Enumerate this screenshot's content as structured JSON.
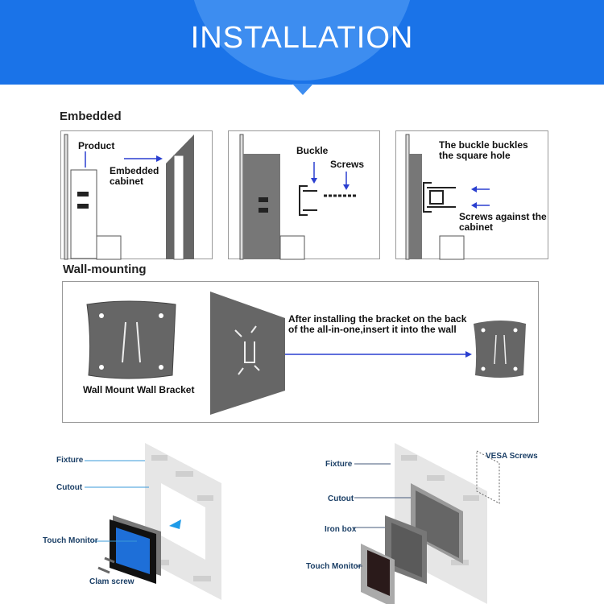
{
  "header": {
    "title": "INSTALLATION"
  },
  "embedded": {
    "heading": "Embedded",
    "panel1": {
      "product": "Product",
      "cabinet": "Embedded cabinet"
    },
    "panel2": {
      "buckle": "Buckle",
      "screws": "Screws"
    },
    "panel3": {
      "buckle_note": "The buckle buckles the square hole",
      "screws_note": "Screws against the cabinet"
    }
  },
  "wall": {
    "heading": "Wall-mounting",
    "bracket_label": "Wall Mount Wall Bracket",
    "instruction": "After installing the bracket on the back of the all-in-one,insert it into the wall"
  },
  "bottom_left": {
    "fixture": "Fixture",
    "cutout": "Cutout",
    "touch_monitor": "Touch Monitor",
    "clam_screw": "Clam screw"
  },
  "bottom_right": {
    "fixture": "Fixture",
    "cutout": "Cutout",
    "iron_box": "Iron box",
    "touch_monitor": "Touch Monitor",
    "vesa": "VESA Screws"
  },
  "colors": {
    "header": "#1a73e8",
    "accent": "#2a3fd0"
  }
}
